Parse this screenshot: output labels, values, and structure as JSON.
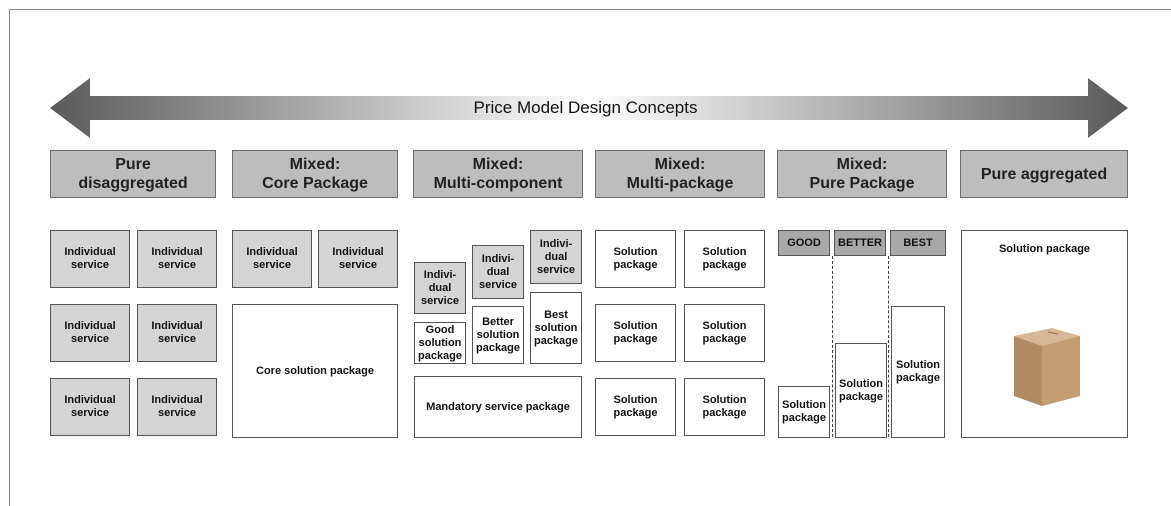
{
  "arrow_label": "Price Model Design Concepts",
  "headers": [
    "Pure\ndisaggregated",
    "Mixed:\nCore Package",
    "Mixed:\nMulti-component",
    "Mixed:\nMulti-package",
    "Mixed:\nPure Package",
    "Pure aggregated"
  ],
  "col1": {
    "boxes": [
      "Individual\nservice",
      "Individual\nservice",
      "Individual\nservice",
      "Individual\nservice",
      "Individual\nservice",
      "Individual\nservice"
    ]
  },
  "col2": {
    "individual": [
      "Individual\nservice",
      "Individual\nservice"
    ],
    "core": "Core solution package"
  },
  "col3": {
    "individual": [
      "Indivi-\ndual\nservice",
      "Indivi-\ndual\nservice",
      "Indivi-\ndual\nservice"
    ],
    "good": "Good\nsolution\npackage",
    "better": "Better\nsolution\npackage",
    "best": "Best\nsolution\npackage",
    "mandatory": "Mandatory service package"
  },
  "col4": {
    "boxes": [
      "Solution\npackage",
      "Solution\npackage",
      "Solution\npackage",
      "Solution\npackage",
      "Solution\npackage",
      "Solution\npackage"
    ]
  },
  "col5": {
    "tiers": [
      "GOOD",
      "BETTER",
      "BEST"
    ],
    "packages": [
      "Solution\npackage",
      "Solution\npackage",
      "Solution\npackage"
    ]
  },
  "col6": {
    "package": "Solution package"
  }
}
